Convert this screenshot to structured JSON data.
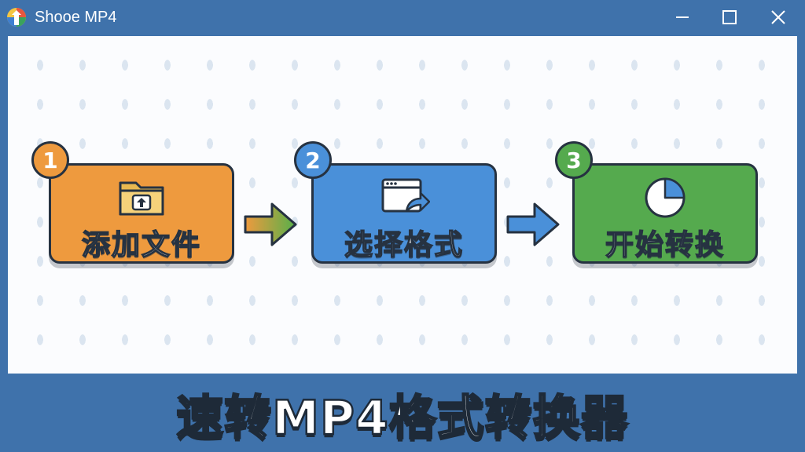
{
  "window": {
    "title": "Shooe MP4",
    "controls": [
      "minimize-icon",
      "maximize-icon",
      "close-icon"
    ]
  },
  "steps": [
    {
      "number": "1",
      "label": "添加文件",
      "icon": "folder-upload-icon",
      "color": "#ee9a3e",
      "badge_color": "#ee9a3e"
    },
    {
      "number": "2",
      "label": "选择格式",
      "icon": "window-share-icon",
      "color": "#4a90d9",
      "badge_color": "#4a90d9"
    },
    {
      "number": "3",
      "label": "开始转换",
      "icon": "pie-chart-icon",
      "color": "#55aa4e",
      "badge_color": "#55aa4e"
    }
  ],
  "arrows": [
    "arrow-right-icon",
    "arrow-right-icon"
  ],
  "banner": {
    "title": "速转MP4格式转换器"
  }
}
